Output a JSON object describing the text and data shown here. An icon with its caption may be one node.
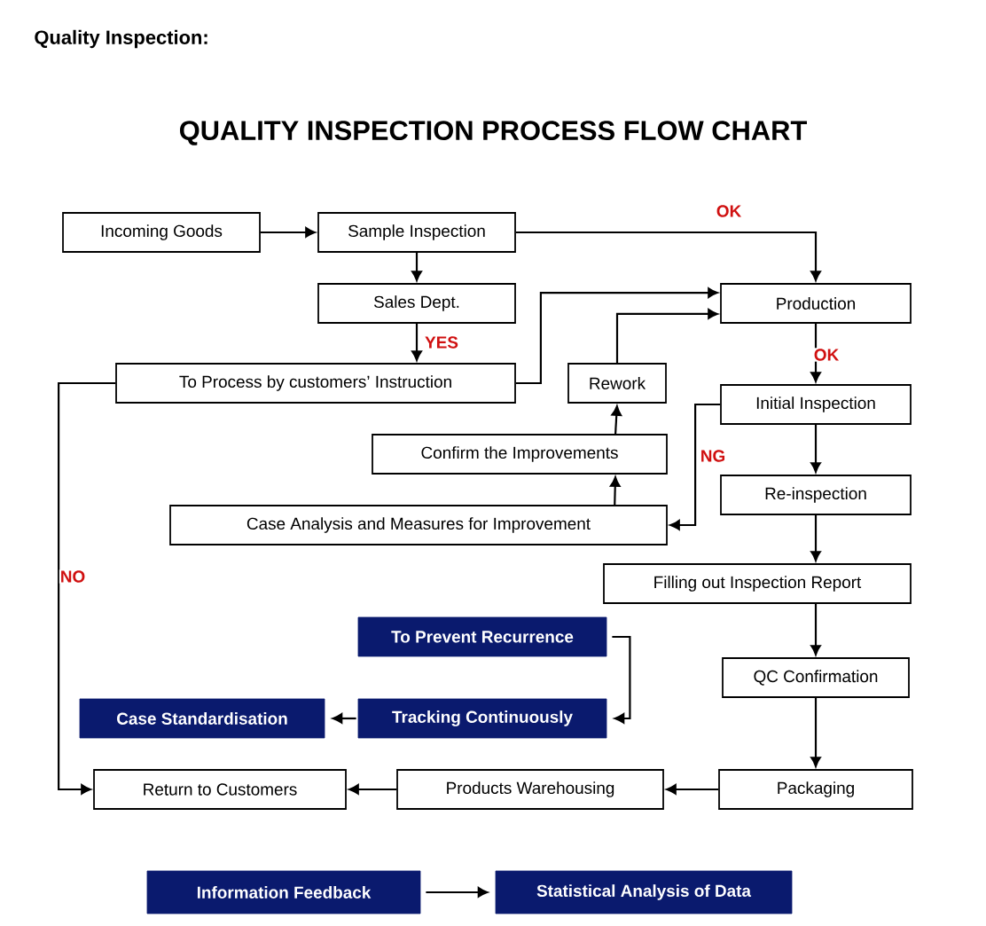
{
  "diagram": {
    "title": "QUALITY INSPECTION PROCESS FLOW CHART",
    "nodes": [
      {
        "text": [
          "Incoming Goods"
        ]
      },
      {
        "text": [
          "Sample Inspection"
        ]
      },
      {
        "text": [
          "Sales Dept."
        ]
      },
      {
        "text": [
          "To Process by customers’ Instruction"
        ]
      },
      {
        "text": [
          "Production"
        ]
      },
      {
        "text": [
          "Rework"
        ]
      },
      {
        "text": [
          "Initial Inspection"
        ]
      },
      {
        "text": [
          "Confirm the Improvements"
        ]
      },
      {
        "text": [
          "Re-inspection"
        ]
      },
      {
        "text": [
          "Case Analysis and Measures for Improvement"
        ]
      },
      {
        "text": [
          "Filling out Inspection Report"
        ]
      },
      {
        "text": [
          "To Prevent Recurrence"
        ]
      },
      {
        "text": [
          "QC Confirmation"
        ]
      },
      {
        "text": [
          "Case Standardisation"
        ]
      },
      {
        "text": [
          "Tracking Continuously"
        ]
      },
      {
        "text": [
          "Return to Customers"
        ]
      },
      {
        "text": [
          "Products Warehousing"
        ]
      },
      {
        "text": [
          "Packaging"
        ]
      },
      {
        "text": [
          "Information Feedback"
        ]
      },
      {
        "text": [
          "Statistical Analysis of Data"
        ]
      }
    ],
    "edges": [
      {
        "from": 0,
        "to": 1,
        "arrow": "to"
      },
      {
        "from": 1,
        "to": 4,
        "arrow": "to",
        "label": "OK"
      },
      {
        "from": 1,
        "to": 2,
        "arrow": "to"
      },
      {
        "from": 2,
        "to": 3,
        "arrow": "to",
        "label": "YES"
      },
      {
        "from": 3,
        "to": 4,
        "arrow": "to"
      },
      {
        "from": 5,
        "to": 4,
        "arrow": "to"
      },
      {
        "from": 4,
        "to": 6,
        "arrow": "to",
        "label": "OK"
      },
      {
        "from": 6,
        "to": 9,
        "arrow": "to",
        "label": "NG"
      },
      {
        "from": 9,
        "to": 7,
        "arrow": "to"
      },
      {
        "from": 7,
        "to": 5,
        "arrow": "to"
      },
      {
        "from": 6,
        "to": 8,
        "arrow": "to"
      },
      {
        "from": 8,
        "to": 10,
        "arrow": "to"
      },
      {
        "from": 10,
        "to": 12,
        "arrow": "to"
      },
      {
        "from": 12,
        "to": 17,
        "arrow": "to"
      },
      {
        "from": 17,
        "to": 16,
        "arrow": "to"
      },
      {
        "from": 16,
        "to": 15,
        "arrow": "to"
      },
      {
        "from": 3,
        "to": 15,
        "arrow": "to",
        "label": "NO"
      },
      {
        "from": 11,
        "to": 14,
        "arrow": "to"
      },
      {
        "from": 14,
        "to": 13,
        "arrow": "to"
      },
      {
        "from": 18,
        "to": 19,
        "arrow": "to"
      }
    ],
    "labels": [
      "Quality Inspection:"
    ]
  }
}
